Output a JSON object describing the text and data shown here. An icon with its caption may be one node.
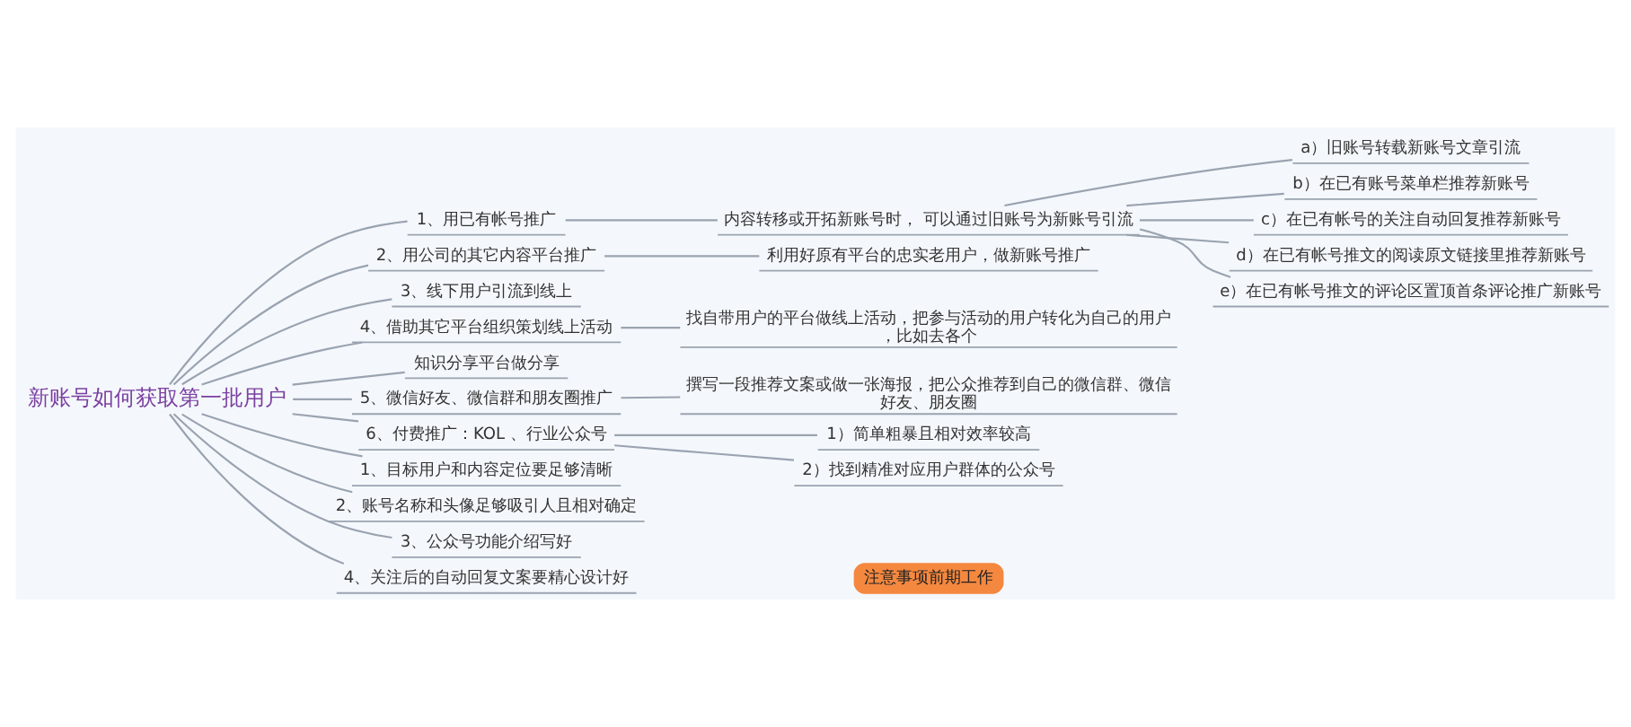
{
  "diagram": {
    "nodes": [
      {
        "text": [
          "新账号如何获取第一批用户"
        ]
      },
      {
        "text": [
          "1、用已有帐号推广"
        ]
      },
      {
        "text": [
          "内容转移或开拓新账号时， 可以通过旧账号为新账号引流"
        ]
      },
      {
        "text": [
          "a）旧账号转载新账号文章引流"
        ]
      },
      {
        "text": [
          "b）在已有账号菜单栏推荐新账号"
        ]
      },
      {
        "text": [
          "c）在已有帐号的关注自动回复推荐新账号"
        ]
      },
      {
        "text": [
          "d）在已有帐号推文的阅读原文链接里推荐新账号"
        ]
      },
      {
        "text": [
          "e）在已有帐号推文的评论区置顶首条评论推广新账号"
        ]
      },
      {
        "text": [
          "2、用公司的其它内容平台推广"
        ]
      },
      {
        "text": [
          "利用好原有平台的忠实老用户，做新账号推广"
        ]
      },
      {
        "text": [
          "3、线下用户引流到线上"
        ]
      },
      {
        "text": [
          "4、借助其它平台组织策划线上活动"
        ]
      },
      {
        "text": [
          "找自带用户的平台做线上活动，把参与活动的用户转化为自己的用户，比如去各个"
        ]
      },
      {
        "text": [
          "知识分享平台做分享"
        ]
      },
      {
        "text": [
          "5、微信好友、微信群和朋友圈推广"
        ]
      },
      {
        "text": [
          "撰写一段推荐文案或做一张海报，把公众推荐到自己的微信群、微信好友、朋友圈"
        ]
      },
      {
        "text": [
          "6、付费推广：KOL 、行业公众号"
        ]
      },
      {
        "text": [
          "1）简单粗暴且相对效率较高"
        ]
      },
      {
        "text": [
          "2）找到精准对应用户群体的公众号"
        ]
      },
      {
        "text": [
          "1、目标用户和内容定位要足够清晰"
        ]
      },
      {
        "text": [
          "2、账号名称和头像足够吸引人且相对确定"
        ]
      },
      {
        "text": [
          "3、公众号功能介绍写好"
        ]
      },
      {
        "text": [
          "4、关注后的自动回复文案要精心设计好"
        ]
      },
      {
        "text": [
          "注意事项前期工作"
        ]
      }
    ],
    "edges": [
      {
        "from": 0,
        "to": 1,
        "arrow": "none"
      },
      {
        "from": 1,
        "to": 2,
        "arrow": "none"
      },
      {
        "from": 2,
        "to": 3,
        "arrow": "none"
      },
      {
        "from": 2,
        "to": 4,
        "arrow": "none"
      },
      {
        "from": 2,
        "to": 5,
        "arrow": "none"
      },
      {
        "from": 2,
        "to": 6,
        "arrow": "none"
      },
      {
        "from": 2,
        "to": 7,
        "arrow": "none"
      },
      {
        "from": 0,
        "to": 8,
        "arrow": "none"
      },
      {
        "from": 8,
        "to": 9,
        "arrow": "none"
      },
      {
        "from": 0,
        "to": 10,
        "arrow": "none"
      },
      {
        "from": 0,
        "to": 11,
        "arrow": "none"
      },
      {
        "from": 11,
        "to": 12,
        "arrow": "none"
      },
      {
        "from": 0,
        "to": 13,
        "arrow": "none"
      },
      {
        "from": 0,
        "to": 14,
        "arrow": "none"
      },
      {
        "from": 14,
        "to": 15,
        "arrow": "none"
      },
      {
        "from": 0,
        "to": 16,
        "arrow": "none"
      },
      {
        "from": 16,
        "to": 17,
        "arrow": "none"
      },
      {
        "from": 16,
        "to": 18,
        "arrow": "none"
      },
      {
        "from": 0,
        "to": 19,
        "arrow": "none"
      },
      {
        "from": 0,
        "to": 20,
        "arrow": "none"
      },
      {
        "from": 0,
        "to": 21,
        "arrow": "none"
      },
      {
        "from": 0,
        "to": 22,
        "arrow": "none"
      }
    ]
  }
}
